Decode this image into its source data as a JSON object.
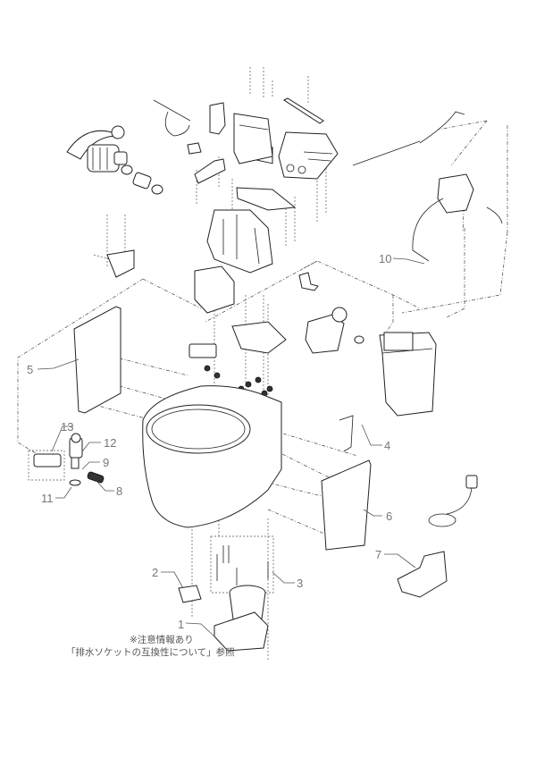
{
  "diagram": {
    "title": "Toilet unit exploded parts diagram",
    "callouts": [
      {
        "id": "1",
        "label": "1",
        "part": "drain-socket"
      },
      {
        "id": "2",
        "label": "2",
        "part": "mounting-bracket"
      },
      {
        "id": "3",
        "label": "3",
        "part": "bolt-set"
      },
      {
        "id": "4",
        "label": "4",
        "part": "side-bracket"
      },
      {
        "id": "5",
        "label": "5",
        "part": "left-side-panel"
      },
      {
        "id": "6",
        "label": "6",
        "part": "right-side-panel"
      },
      {
        "id": "7",
        "label": "7",
        "part": "tray"
      },
      {
        "id": "8",
        "label": "8",
        "part": "elbow-fitting"
      },
      {
        "id": "9",
        "label": "9",
        "part": "connector"
      },
      {
        "id": "10",
        "label": "10",
        "part": "hose-clip"
      },
      {
        "id": "11",
        "label": "11",
        "part": "washer"
      },
      {
        "id": "12",
        "label": "12",
        "part": "stop-valve"
      },
      {
        "id": "13",
        "label": "13",
        "part": "valve-assembly"
      }
    ],
    "notes": {
      "line1": "※注意情報あり",
      "line2": "「排水ソケットの互換性について」参照"
    }
  }
}
